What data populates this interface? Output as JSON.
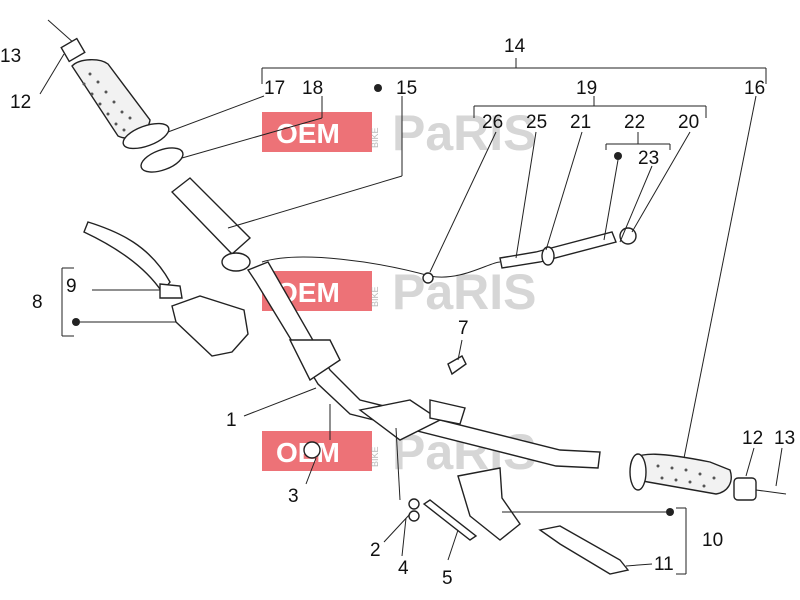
{
  "watermark": {
    "brand": "OEM",
    "small": "BIKE",
    "big": "PaRIS"
  },
  "callouts": [
    "1",
    "2",
    "3",
    "4",
    "5",
    "7",
    "8",
    "9",
    "10",
    "11",
    "12",
    "13",
    "14",
    "15",
    "16",
    "17",
    "18",
    "19",
    "20",
    "21",
    "22",
    "23",
    "25",
    "26"
  ],
  "labels": {
    "n1": "1",
    "n2": "2",
    "n3": "3",
    "n4": "4",
    "n5": "5",
    "n7": "7",
    "n8": "8",
    "n9": "9",
    "n10": "10",
    "n11": "11",
    "n12a": "12",
    "n12b": "12",
    "n13a": "13",
    "n13b": "13",
    "n14": "14",
    "n15": "15",
    "n16": "16",
    "n17": "17",
    "n18": "18",
    "n19": "19",
    "n20": "20",
    "n21": "21",
    "n22": "22",
    "n23": "23",
    "n25": "25",
    "n26": "26"
  }
}
